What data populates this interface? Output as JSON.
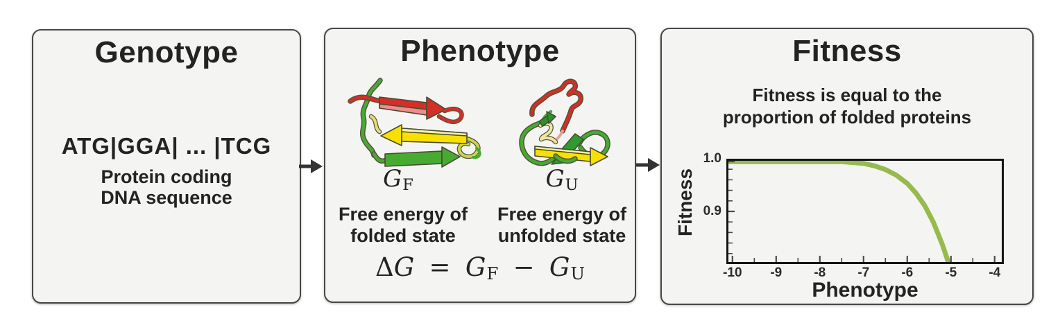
{
  "genotype": {
    "title": "Genotype",
    "sequence": "ATG|GGA| ... |TCG",
    "caption_line1": "Protein coding",
    "caption_line2": "DNA sequence"
  },
  "phenotype": {
    "title": "Phenotype",
    "folded": {
      "symbol": "G",
      "subscript": "F",
      "caption_line1": "Free energy of",
      "caption_line2": "folded state"
    },
    "unfolded": {
      "symbol": "G",
      "subscript": "U",
      "caption_line1": "Free energy of",
      "caption_line2": "unfolded state"
    },
    "equation": {
      "delta": "Δ",
      "g": "G",
      "equals": "=",
      "sub_f": "F",
      "minus": "−",
      "sub_u": "U"
    }
  },
  "fitness": {
    "title": "Fitness",
    "subtitle_line1": "Fitness is equal to the",
    "subtitle_line2": "proportion of folded proteins"
  },
  "chart_data": {
    "type": "line",
    "title": "",
    "xlabel": "Phenotype",
    "ylabel": "Fitness",
    "xlim": [
      -10.14,
      -3.79
    ],
    "ylim": [
      0.8,
      1.0
    ],
    "xticks": [
      -10,
      -9,
      -8,
      -7,
      -6,
      -5,
      -4
    ],
    "xticks_minor": [
      -9.5,
      -8.5,
      -7.5,
      -6.5,
      -5.5,
      -4.5
    ],
    "yticks": [
      1.0,
      0.9
    ],
    "yticks_minor": [
      0.98,
      0.96,
      0.94,
      0.92,
      0.88,
      0.86,
      0.84,
      0.82
    ],
    "grid": false,
    "legend": "none",
    "series": [
      {
        "name": "proportion-folded-curve",
        "color": "#96ba4e",
        "x": [
          -10.14,
          -10,
          -9.5,
          -9,
          -8.5,
          -8,
          -7.5,
          -7,
          -6.75,
          -6.5,
          -6.25,
          -6,
          -5.8,
          -5.6,
          -5.4,
          -5.2,
          -5.1,
          -5.0,
          -4.9
        ],
        "y": [
          0.9999,
          0.9999,
          0.9999,
          0.9997,
          0.9993,
          0.9984,
          0.9962,
          0.9912,
          0.9865,
          0.9795,
          0.9688,
          0.953,
          0.9348,
          0.9109,
          0.879,
          0.8377,
          0.8131,
          0.7858,
          0.7556
        ]
      }
    ]
  },
  "icons": {
    "flow_arrow": "right-arrow",
    "protein_folded": "folded-protein-ribbon",
    "protein_unfolded": "unfolded-protein-ribbon"
  },
  "colors": {
    "page_bg": "#ffffff",
    "panel_bg": "#f4f4f2",
    "panel_border": "#474747",
    "text": "#232323",
    "flow_arrow": "#333333",
    "plot_border": "#141414",
    "tick": "#4a4a4a",
    "curve_green": "#96ba4e",
    "protein_red": "#d32f27",
    "protein_red_light": "#ef8d8d",
    "protein_yellow": "#f8e000",
    "protein_yellow_pale": "#efe79e",
    "protein_green": "#47ab32",
    "protein_green_dark": "#2e9130"
  }
}
